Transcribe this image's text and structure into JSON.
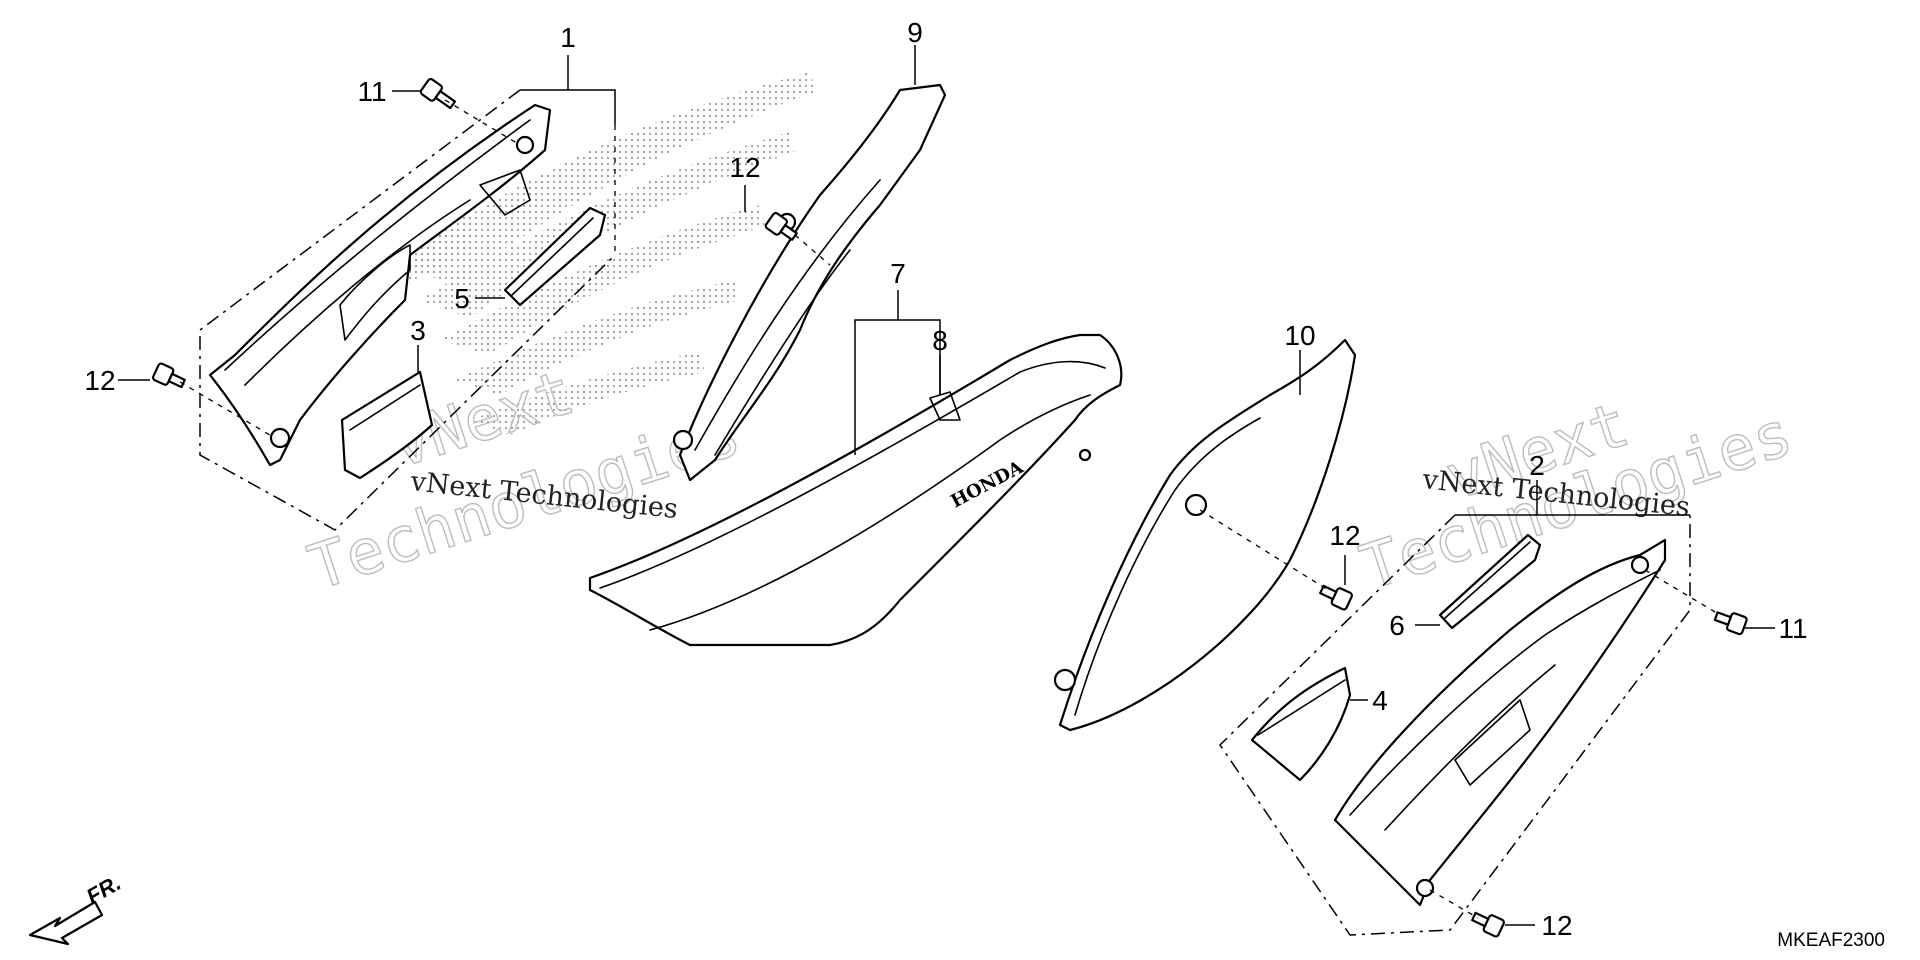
{
  "callouts": {
    "c1": "1",
    "c2": "2",
    "c3": "3",
    "c4": "4",
    "c5": "5",
    "c6": "6",
    "c7": "7",
    "c8": "8",
    "c9": "9",
    "c10": "10",
    "c11_left": "11",
    "c11_right": "11",
    "c12_upper_left": "12",
    "c12_left": "12",
    "c12_middle": "12",
    "c12_lower_right": "12"
  },
  "brand_label": "HONDA",
  "direction_label": "FR.",
  "diagram_code": "MKEAF2300",
  "watermarks": {
    "left_big_1": "vNext",
    "left_big_2": "Technologies",
    "left_small": "vNext Technologies",
    "right_big_1": "vNext",
    "right_big_2": "Technologies",
    "right_small": "vNext Technologies"
  },
  "colors": {
    "line": "#000000",
    "background": "#ffffff",
    "watermark": "#bdbdbd"
  }
}
